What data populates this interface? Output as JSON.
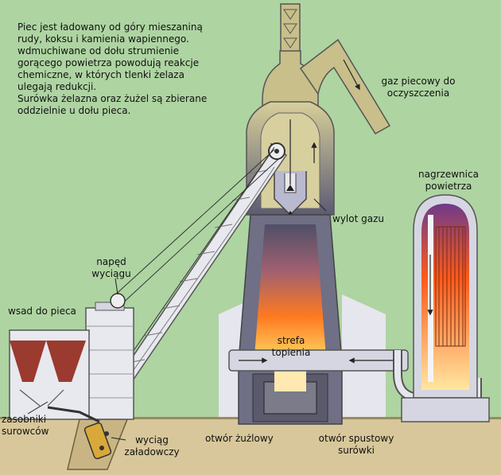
{
  "description": "Piec jest ładowany od góry mieszaniną\nrudy, koksu i kamienia wapiennego.\nwdmuchiwane od dołu strumienie\ngorącego powietrza powodują reakcje\nchemiczne, w których tlenki żelaza\nulegają redukcji.\nSurówka żelazna oraz żużel są zbierane\noddzielnie u dołu pieca.",
  "labels": {
    "gas": "gaz piecowy do\noczyszczenia",
    "heater": "nagrzewnica\npowietrza",
    "gas_outlet": "wylot gazu",
    "hoist_drive": "napęd\nwyciągu",
    "charge": "wsad do pieca",
    "melting_zone": "strefa\ntopienia",
    "bunkers": "zasobniki\nsurowców",
    "skip_hoist": "wyciąg\nzaładowczy",
    "slag_hole": "otwór żużlowy",
    "tap_hole": "otwór spustowy\nsurówki"
  },
  "colors": {
    "background": "#aed4a2",
    "ground": "#d8c79a",
    "furnace_shell": "#6f6f85",
    "hot_zone": "#ff6a00",
    "gas_duct": "#c8bf8a",
    "building": "#e6e6ef"
  }
}
